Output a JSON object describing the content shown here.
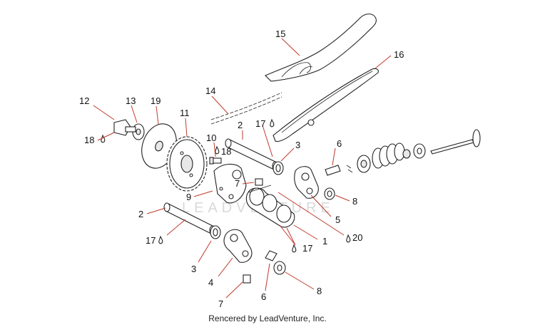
{
  "watermark": "LEADVENTURE",
  "footer": "Rencered by LeadVenture, Inc.",
  "callouts": {
    "c1": "1",
    "c2a": "2",
    "c2b": "2",
    "c3a": "3",
    "c3b": "3",
    "c4": "4",
    "c5": "5",
    "c6a": "6",
    "c6b": "6",
    "c7a": "7",
    "c7b": "7",
    "c8a": "8",
    "c8b": "8",
    "c9": "9",
    "c10": "10",
    "c11": "11",
    "c12": "12",
    "c13": "13",
    "c14": "14",
    "c15": "15",
    "c16": "16",
    "c17a": "17",
    "c17b": "17",
    "c17c": "17",
    "c18a": "18",
    "c18b": "18",
    "c19": "19",
    "c20": "20"
  }
}
